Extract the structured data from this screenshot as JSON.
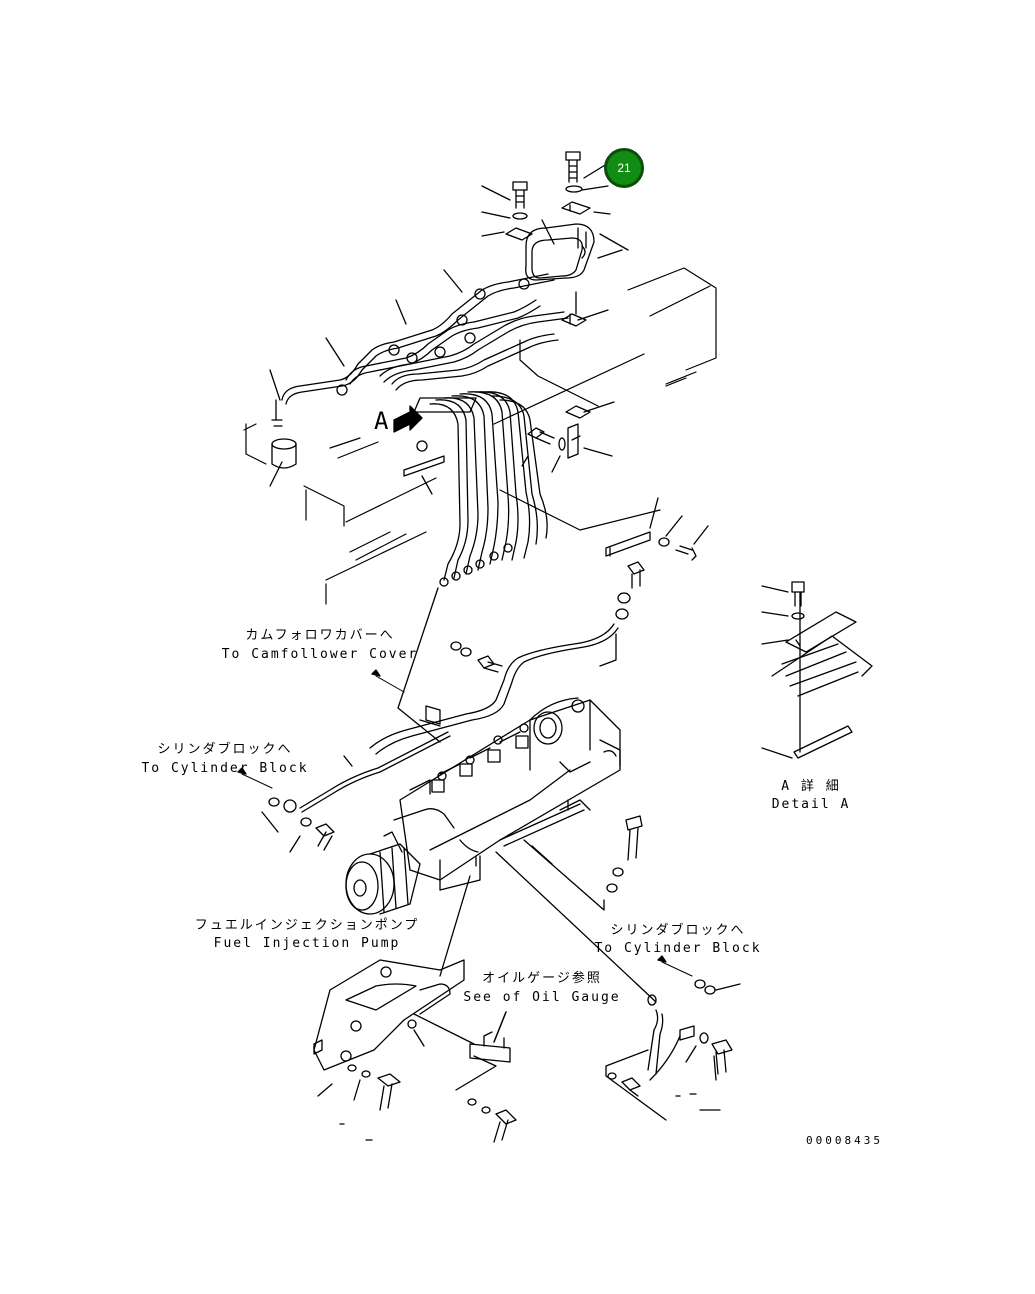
{
  "callout": {
    "number": "21",
    "color": "#128c12",
    "ring_color": "#0b4f0b"
  },
  "labels": {
    "view_a_marker": "A",
    "camfollower_ja": "カムフォロワカバーへ",
    "camfollower_en": "To Camfollower Cover",
    "cyl_block_left_ja": "シリンダブロックへ",
    "cyl_block_left_en": "To Cylinder Block",
    "pump_ja": "フュエルインジェクションポンプ",
    "pump_en": "Fuel Injection Pump",
    "oil_gauge_ja": "オイルゲージ参照",
    "oil_gauge_en": "See of Oil Gauge",
    "cyl_block_right_ja": "シリンダブロックへ",
    "cyl_block_right_en": "To Cylinder Block",
    "detail_a_ja": "A 詳 細",
    "detail_a_en": "Detail A"
  },
  "drawing_number": "00008435"
}
